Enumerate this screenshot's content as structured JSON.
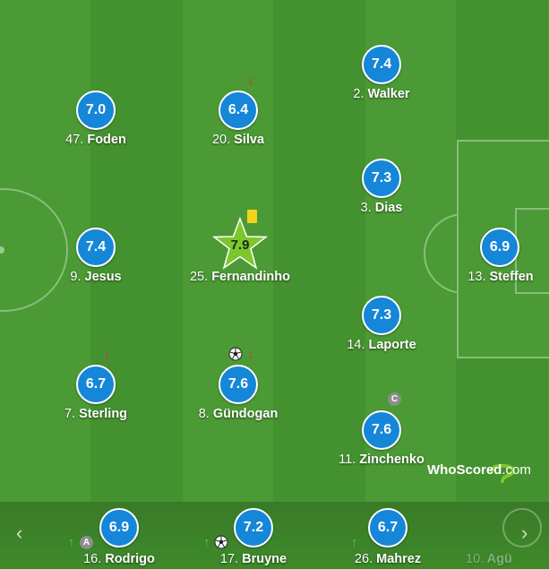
{
  "colors": {
    "rating_bubble": "#1586d8",
    "pitch_stripe_a": "#4b9a35",
    "pitch_stripe_b": "#449130",
    "substitution_out": "#e0302a",
    "substitution_in": "#3bd14a",
    "yellow_card": "#f3d41b"
  },
  "icons": [
    "chevron-left-icon",
    "chevron-right-icon",
    "soccer-ball-icon",
    "sub-out-arrow-icon",
    "sub-in-arrow-icon",
    "yellow-card-icon",
    "captain-badge",
    "assist-badge",
    "star-icon"
  ],
  "players": {
    "walker": {
      "rating": "7.4",
      "number": "2.",
      "name": "Walker"
    },
    "foden": {
      "rating": "7.0",
      "number": "47.",
      "name": "Foden"
    },
    "silva": {
      "rating": "6.4",
      "number": "20.",
      "name": "Silva"
    },
    "dias": {
      "rating": "7.3",
      "number": "3.",
      "name": "Dias"
    },
    "jesus": {
      "rating": "7.4",
      "number": "9.",
      "name": "Jesus"
    },
    "fernandinho": {
      "rating": "7.9",
      "number": "25.",
      "name": "Fernandinho"
    },
    "steffen": {
      "rating": "6.9",
      "number": "13.",
      "name": "Steffen"
    },
    "laporte": {
      "rating": "7.3",
      "number": "14.",
      "name": "Laporte"
    },
    "sterling": {
      "rating": "6.7",
      "number": "7.",
      "name": "Sterling"
    },
    "gundogan": {
      "rating": "7.6",
      "number": "8.",
      "name": "Gündogan"
    },
    "zinchenko": {
      "rating": "7.6",
      "number": "11.",
      "name": "Zinchenko"
    }
  },
  "badges": {
    "captain": "C",
    "assist": "A"
  },
  "bench": {
    "rodrigo": {
      "rating": "6.9",
      "number": "16.",
      "name": "Rodrigo"
    },
    "bruyne": {
      "rating": "7.2",
      "number": "17.",
      "name": "Bruyne"
    },
    "mahrez": {
      "rating": "6.7",
      "number": "26.",
      "name": "Mahrez"
    },
    "aguero": {
      "number": "10.",
      "name": "Agü"
    }
  },
  "logo": {
    "brand": "WhoScored",
    "suffix": ".com"
  },
  "glyphs": {
    "arrow_down": "↓",
    "arrow_up": "↑",
    "chev_left": "‹",
    "chev_right": "›"
  }
}
